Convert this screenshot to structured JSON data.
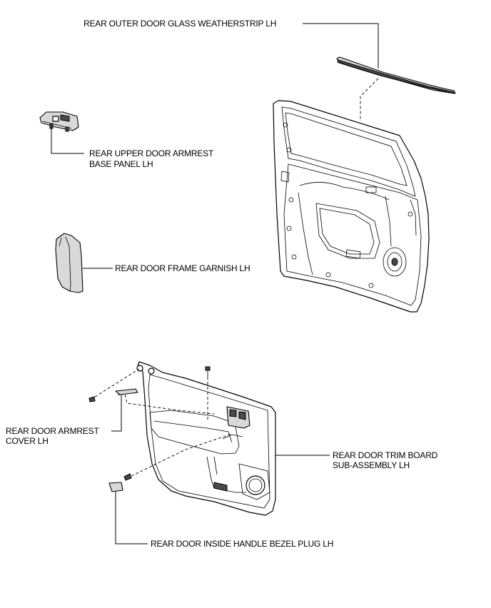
{
  "labels": {
    "weatherstrip": "REAR OUTER DOOR GLASS WEATHERSTRIP LH",
    "armrest_base_panel_line1": "REAR UPPER DOOR ARMREST",
    "armrest_base_panel_line2": "BASE PANEL LH",
    "frame_garnish": "REAR DOOR FRAME GARNISH LH",
    "armrest_cover_line1": "REAR DOOR ARMREST",
    "armrest_cover_line2": "COVER LH",
    "trim_board_line1": "REAR DOOR TRIM  BOARD",
    "trim_board_line2": "SUB-ASSEMBLY LH",
    "handle_bezel_plug": "REAR DOOR INSIDE HANDLE BEZEL PLUG LH"
  }
}
